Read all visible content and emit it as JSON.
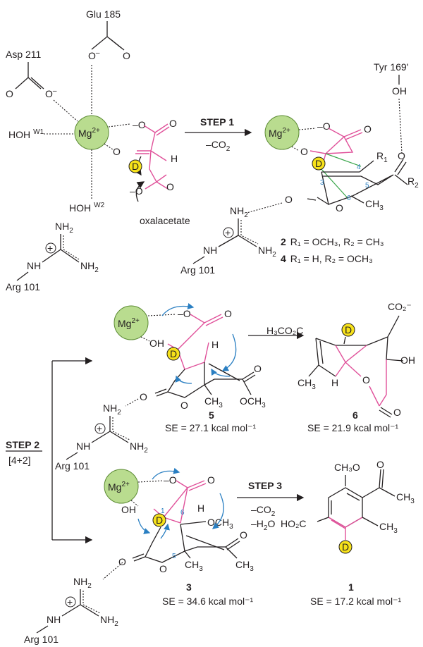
{
  "labels": {
    "glu185": "Glu 185",
    "asp211": "Asp 211",
    "tyr169": "Tyr 169'",
    "hoh_w1": "HOH",
    "w1": "W1",
    "hoh_w2": "HOH",
    "w2": "W2",
    "oxalacetate": "oxalacetate",
    "mg": "Mg",
    "mg_charge": "2+",
    "deuterium": "D",
    "arg": "Arg 101",
    "nh2": "NH",
    "nh": "NH",
    "two": "2",
    "ch3": "CH",
    "och3": "OCH",
    "r1": "R",
    "r2": "R",
    "oh": "OH",
    "h": "H",
    "o": "O",
    "minus": "–",
    "plus": "+"
  },
  "steps": {
    "step1": "STEP 1",
    "step1_sub": "–CO",
    "step2": "STEP 2",
    "step2_sub": "[4+2]",
    "step3": "STEP 3",
    "step3_sub1": "–CO",
    "step3_sub2": "–H",
    "step3_sub2_tail": "O"
  },
  "compounds": {
    "c2_line_num": "2",
    "c2_line": "R₁ = OCH₃, R₂ = CH₃",
    "c4_line_num": "4",
    "c4_line": "R₁ = H, R₂ = OCH₃",
    "c5_num": "5",
    "c5_se": "SE = 27.1 kcal mol⁻¹",
    "c6_num": "6",
    "c6_se": "SE = 21.9 kcal mol⁻¹",
    "c3_num": "3",
    "c3_se": "SE = 34.6 kcal mol⁻¹",
    "c1_num": "1",
    "c1_se": "SE = 17.2 kcal mol⁻¹",
    "h3co2c": "H₃CO₂C",
    "co2minus": "CO₂⁻",
    "ho2c": "HO₂C",
    "ch3o": "CH₃O"
  },
  "atom_numbers": {
    "n3": "3",
    "n4": "4",
    "n5": "5",
    "n6": "6",
    "n1": "1",
    "n6b": "6",
    "n5b": "5"
  },
  "colors": {
    "pink_bonds": "#e0519a",
    "green_bonds": "#3aa64b",
    "blue_arrows": "#2a7fc2",
    "mg_fill": "#b9dc8f",
    "deuterium_fill": "#f7e21a"
  }
}
